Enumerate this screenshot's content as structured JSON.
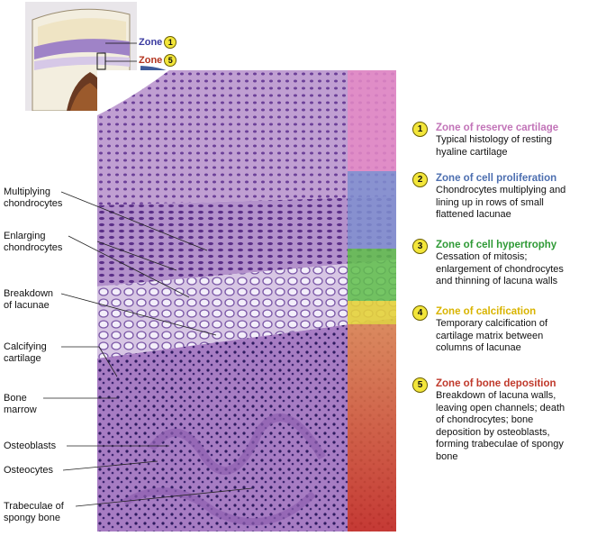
{
  "inset": {
    "zone_a_prefix": "Zone",
    "zone_a_num": "1",
    "zone_b_prefix": "Zone",
    "zone_b_num": "5"
  },
  "left_labels": [
    "Multiplying\nchondrocytes",
    "Enlarging\nchondrocytes",
    "Breakdown\nof lacunae",
    "Calcifying\ncartilage",
    "Bone\nmarrow",
    "Osteoblasts",
    "Osteocytes",
    "Trabeculae of\nspongy bone"
  ],
  "zones": [
    {
      "num": "1",
      "title": "Zone of reserve cartilage",
      "desc": "Typical histology of resting\nhyaline cartilage",
      "color": "#c274b8"
    },
    {
      "num": "2",
      "title": "Zone of cell proliferation",
      "desc": "Chondrocytes multiplying and\nlining up in rows of small\nflattened lacunae",
      "color": "#4d6fb0"
    },
    {
      "num": "3",
      "title": "Zone of cell hypertrophy",
      "desc": "Cessation of mitosis;\nenlargement of chondrocytes\nand thinning of lacuna walls",
      "color": "#2f9a36"
    },
    {
      "num": "4",
      "title": "Zone of calcification",
      "desc": "Temporary calcification of\ncartilage matrix between\ncolumns of lacunae",
      "color": "#d9b400"
    },
    {
      "num": "5",
      "title": "Zone of bone deposition",
      "desc": "Breakdown of lacuna walls,\nleaving open channels; death\nof chondrocytes; bone\ndeposition by osteoblasts,\nforming trabeculae of spongy\nbone",
      "color": "#c0392b"
    }
  ],
  "colors": {
    "cartilage": "#b89ad0",
    "strip_reserve": "#e58ac6",
    "strip_proliferation": "#7f8fd0",
    "strip_hypertrophy": "#5fbf4a",
    "strip_calcification": "#e4d23a",
    "strip_bone": "#d8452b"
  }
}
